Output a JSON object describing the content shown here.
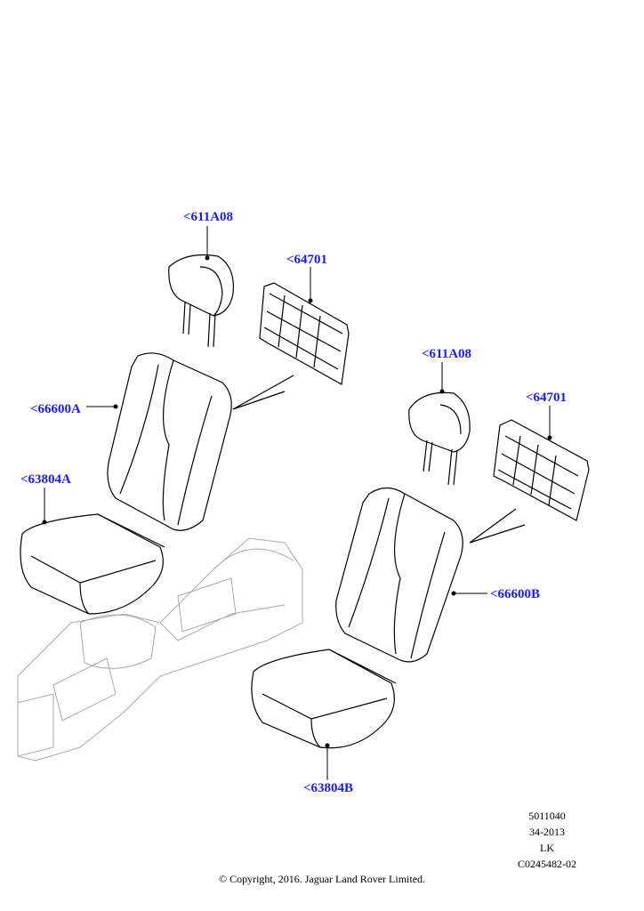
{
  "callouts": {
    "headrest_a": "<611A08",
    "back_panel_a": "<64701",
    "backrest_a": "<66600A",
    "cushion_a": "<63804A",
    "headrest_b": "<611A08",
    "back_panel_b": "<64701",
    "backrest_b": "<66600B",
    "cushion_b": "<63804B"
  },
  "drawing_info": [
    "5011040",
    "34-2013",
    "LK",
    "C0245482-02"
  ],
  "copyright": "© Copyright, 2016. Jaguar Land Rover Limited.",
  "colors": {
    "callout": "#1a1aff",
    "line": "#000000",
    "ghost": "#aaaaaa"
  }
}
